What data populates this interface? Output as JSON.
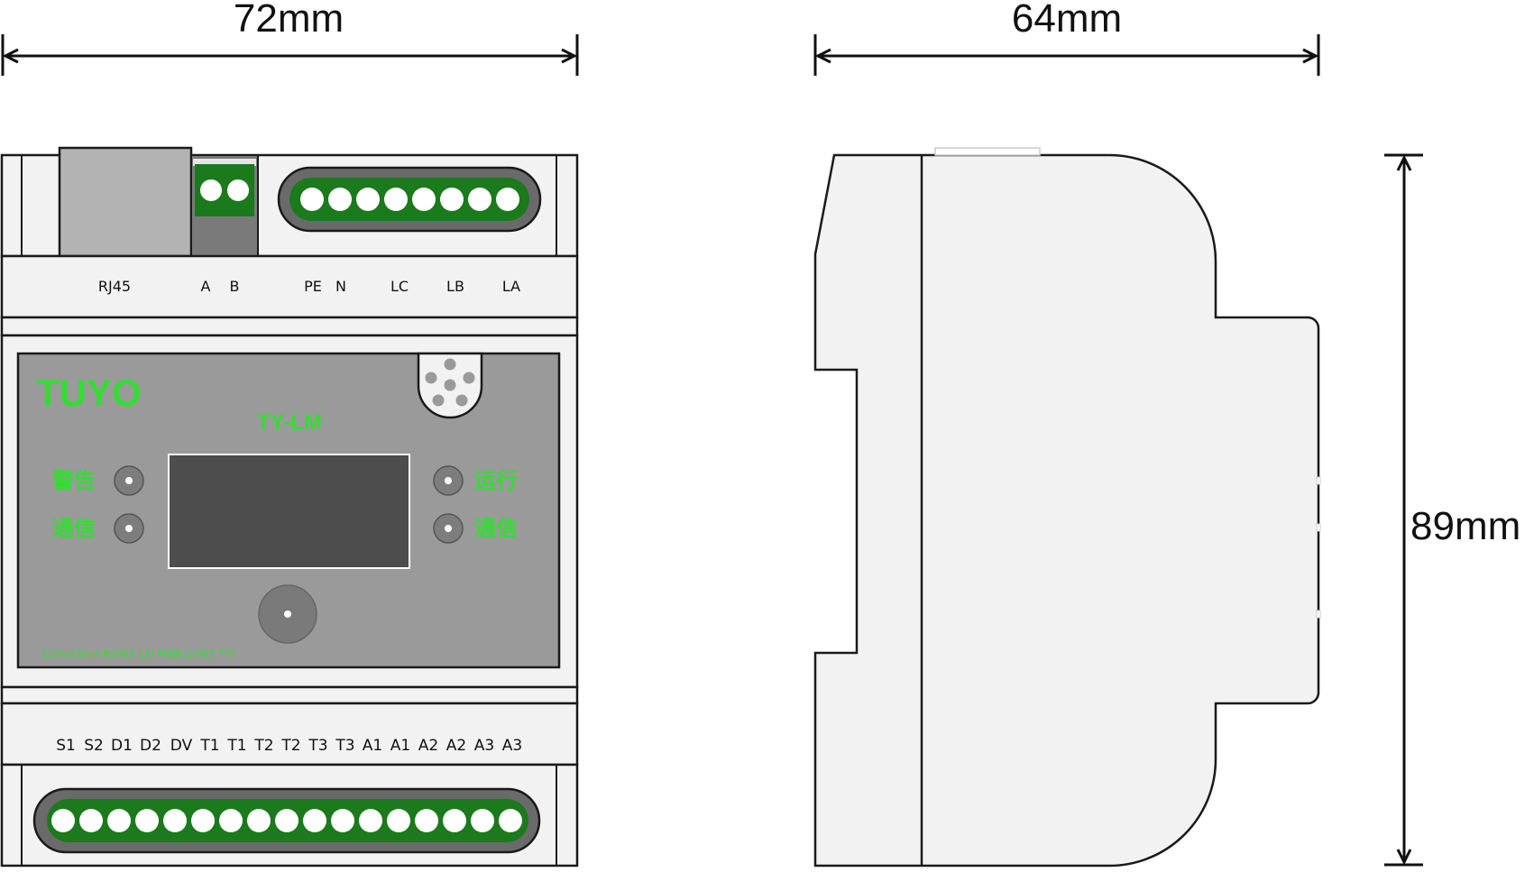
{
  "dimensions": {
    "front_width": "72mm",
    "side_width": "64mm",
    "height": "89mm"
  },
  "front": {
    "top_labels": [
      "RJ45",
      "A",
      "B",
      "PE",
      "N",
      "LC",
      "LB",
      "LA"
    ],
    "brand": "TUYO",
    "model": "TY-LM",
    "led_left": [
      "警告",
      "通信"
    ],
    "led_right": [
      "运行",
      "通信"
    ],
    "spec_line": "220V/10mA    RS485 1/0   MBBUS/485    TY?",
    "bottom_labels": [
      "S1",
      "S2",
      "D1",
      "D2",
      "DV",
      "T1",
      "T1",
      "T2",
      "T2",
      "T3",
      "T3",
      "A1",
      "A1",
      "A2",
      "A2",
      "A3",
      "A3"
    ]
  },
  "colors": {
    "housing": "#f2f2f2",
    "outline": "#1a1a1a",
    "panel": "#9a9a9a",
    "screen": "#4d4d4d",
    "terminal_green": "#1b7a1b",
    "terminal_tray": "#6a6a6a",
    "label_green": "#33dd33"
  }
}
